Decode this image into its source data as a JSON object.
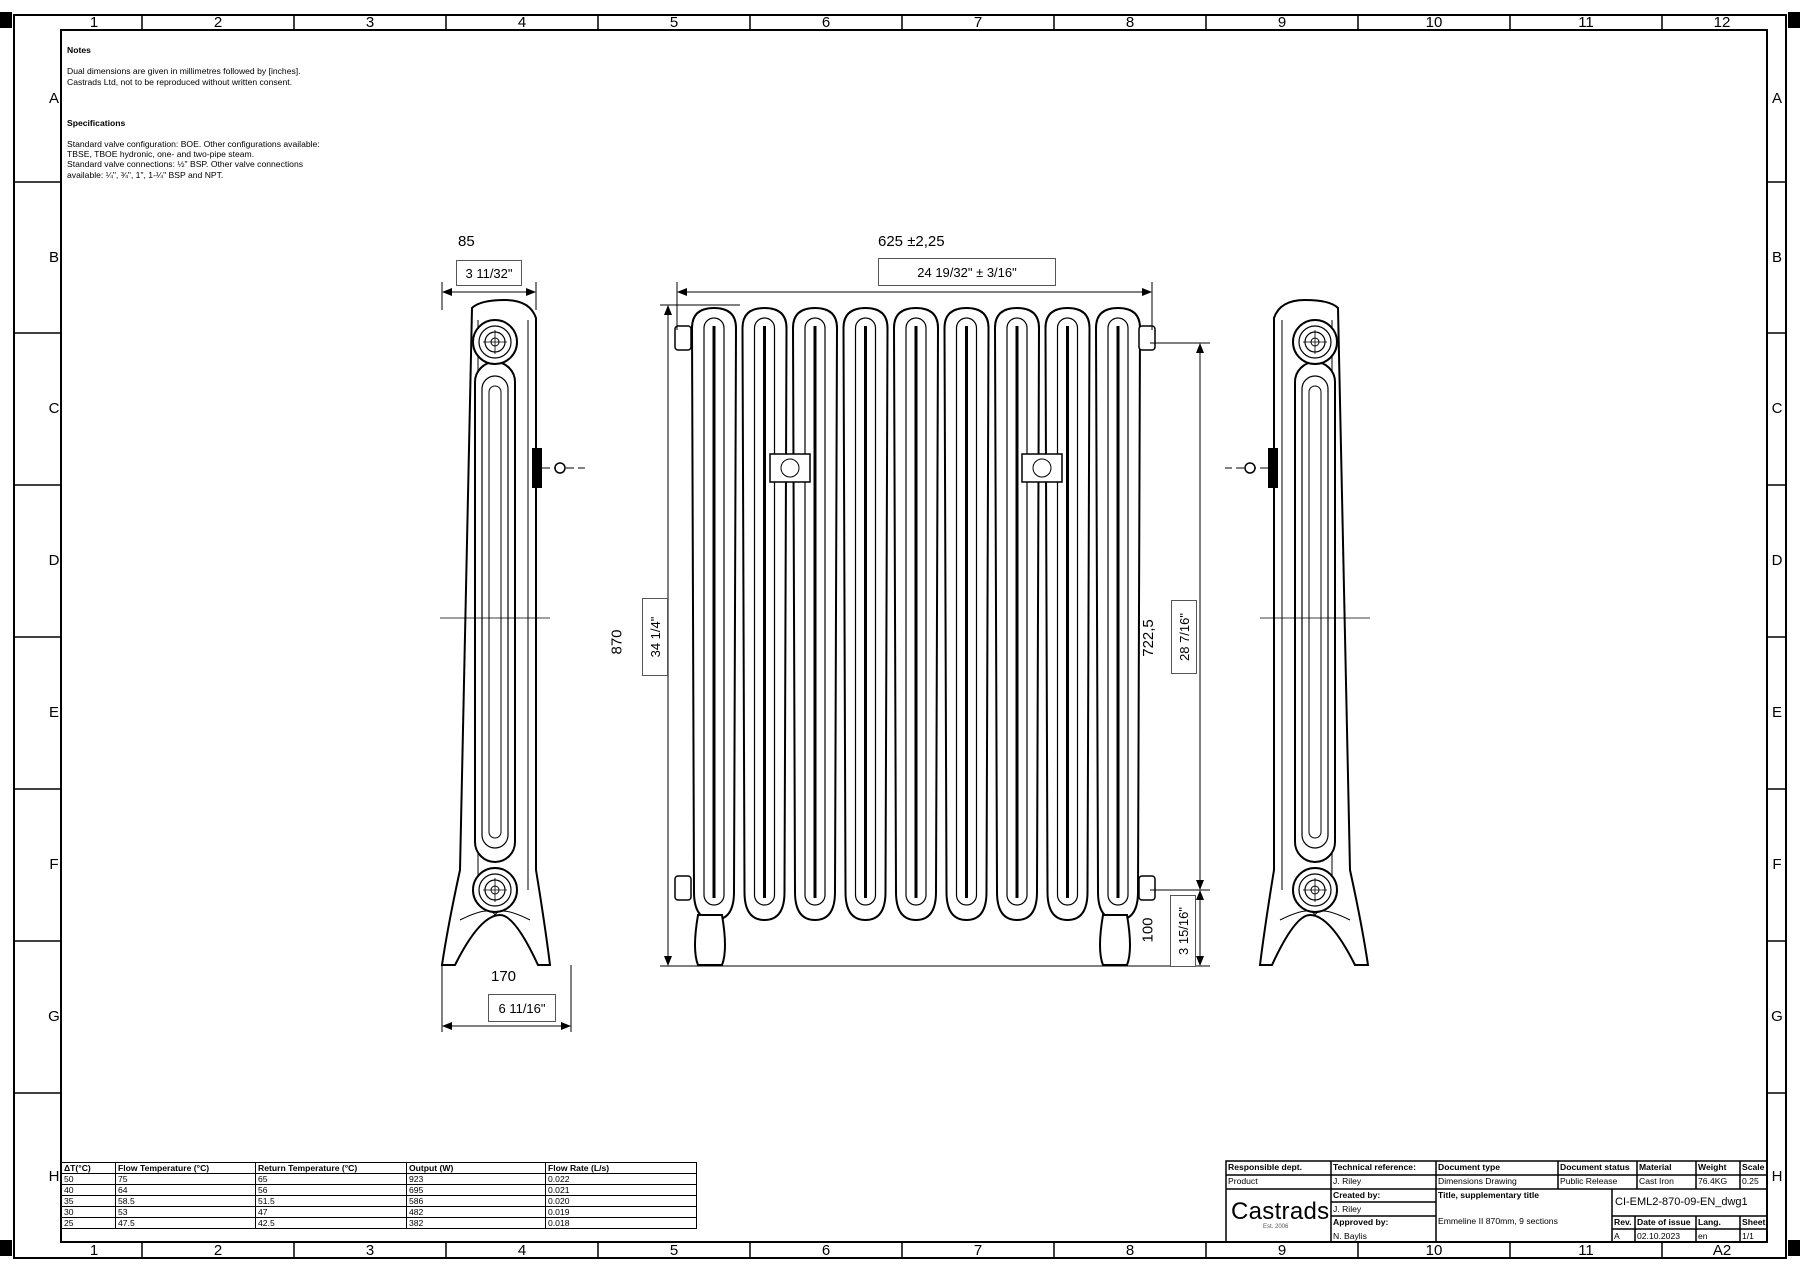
{
  "grid": {
    "numbers": [
      "1",
      "2",
      "3",
      "4",
      "5",
      "6",
      "7",
      "8",
      "9",
      "10",
      "11",
      "12"
    ],
    "letters": [
      "A",
      "B",
      "C",
      "D",
      "E",
      "F",
      "G",
      "H"
    ]
  },
  "notes": {
    "title": "Notes",
    "lines": "Dual dimensions are given in millimetres followed by [inches].\nCastrads Ltd, not to be reproduced without written consent.",
    "spec_title": "Specifications",
    "spec_lines": "Standard valve configuration: BOE. Other configurations available:\nTBSE, TBOE hydronic, one- and two-pipe steam.\nStandard valve connections: ½\" BSP. Other valve connections\navailable: ¼\", ¾\", 1\", 1-¼\" BSP and NPT."
  },
  "dimensions": {
    "side_depth_mm": "85",
    "side_depth_in": "3 11/32\"",
    "side_foot_mm": "170",
    "side_foot_in": "6 11/16\"",
    "width_mm": "625  ±2,25",
    "width_in": "24 19/32\"  ± 3/16\"",
    "height_mm": "870",
    "height_in": "34 1/4\"",
    "centres_mm": "722,5",
    "centres_in": "28 7/16\"",
    "floor_mm": "100",
    "floor_in": "3 15/16\""
  },
  "performance_table": {
    "headers": [
      "ΔT(°C)",
      "Flow Temperature (°C)",
      "Return Temperature (°C)",
      "Output (W)",
      "Flow Rate (L/s)"
    ],
    "rows": [
      [
        "50",
        "75",
        "65",
        "923",
        "0.022"
      ],
      [
        "40",
        "64",
        "56",
        "695",
        "0.021"
      ],
      [
        "35",
        "58.5",
        "51.5",
        "586",
        "0.020"
      ],
      [
        "30",
        "53",
        "47",
        "482",
        "0.019"
      ],
      [
        "25",
        "47.5",
        "42.5",
        "382",
        "0.018"
      ]
    ]
  },
  "title_block": {
    "responsible_dept_label": "Responsible dept.",
    "responsible_dept": "Product",
    "tech_ref_label": "Technical reference:",
    "tech_ref": "J. Riley",
    "doc_type_label": "Document type",
    "doc_type": "Dimensions Drawing",
    "doc_status_label": "Document status",
    "doc_status": "Public Release",
    "material_label": "Material",
    "material": "Cast Iron",
    "weight_label": "Weight",
    "weight": "76.4KG",
    "scale_label": "Scale",
    "scale": "0.25",
    "company": "Castrads",
    "est": "Est. 2006",
    "created_by_label": "Created by:",
    "created_by": "J. Riley",
    "approved_by_label": "Approved by:",
    "approved_by": "N. Baylis",
    "title_label": "Title, supplementary title",
    "title": "Emmeline II 870mm, 9 sections",
    "drawing_number": "CI-EML2-870-09-EN_dwg1",
    "rev_label": "Rev.",
    "rev": "A",
    "date_label": "Date of issue",
    "date": "02.10.2023",
    "lang_label": "Lang.",
    "lang": "en",
    "sheet_label": "Sheet",
    "sheet": "1/1",
    "paper_size": "A2"
  }
}
